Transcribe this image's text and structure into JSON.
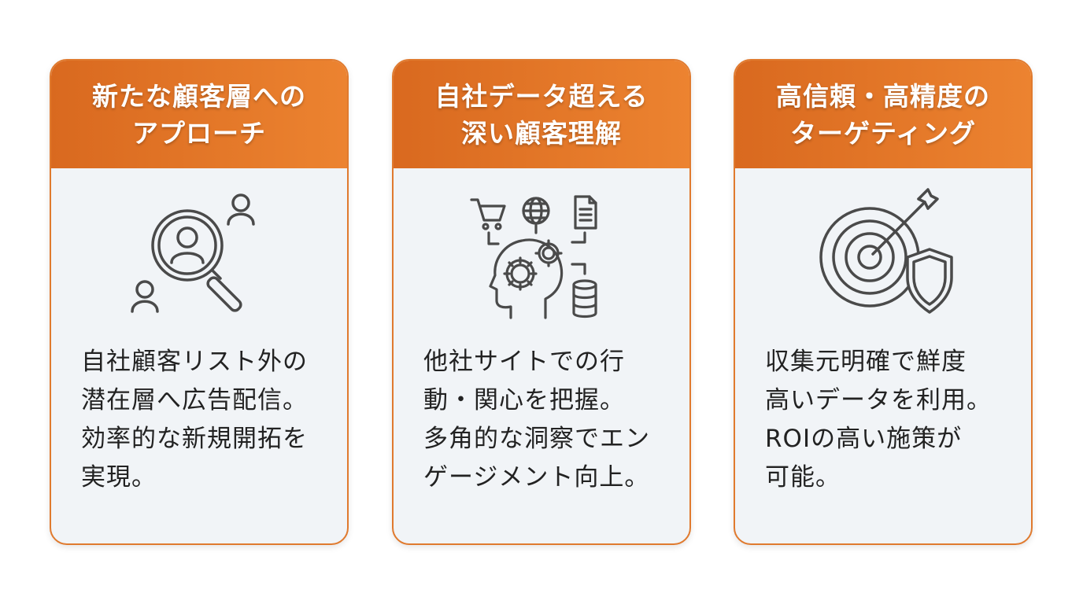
{
  "cards": [
    {
      "title": [
        "新たな顧客層への",
        "アプローチ"
      ],
      "icon": "magnifier-user-icon",
      "body": [
        "自社顧客リスト外の",
        "潜在層へ広告配信。",
        "効率的な新規開拓を",
        "実現。"
      ]
    },
    {
      "title": [
        "自社データ超える",
        "深い顧客理解"
      ],
      "icon": "head-gears-data-icon",
      "body": [
        "他社サイトでの行",
        "動・関心を把握。",
        "多角的な洞察でエン",
        "ゲージメント向上。"
      ]
    },
    {
      "title": [
        "高信頼・高精度の",
        "ターゲティング"
      ],
      "icon": "target-arrow-shield-icon",
      "body": [
        "収集元明確で鮮度",
        "高いデータを利用。",
        "ROIの高い施策が",
        "可能。"
      ]
    }
  ],
  "colors": {
    "accent": "#e07a2e",
    "header_start": "#d9691f",
    "header_end": "#ec8330",
    "card_bg": "#f1f4f7",
    "icon_stroke": "#4a4a4a",
    "text": "#222222"
  }
}
